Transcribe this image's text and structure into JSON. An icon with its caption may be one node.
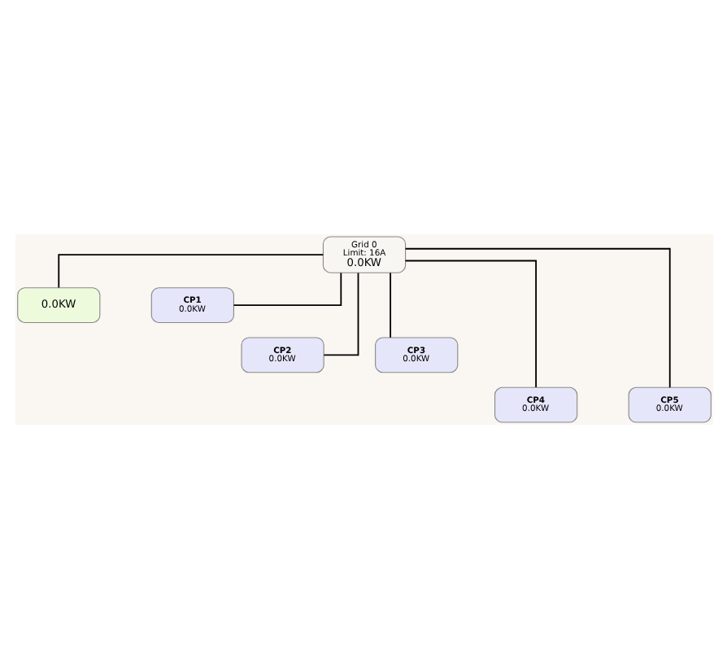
{
  "diagram": {
    "nodes": [
      {
        "text": [
          "Grid 0",
          "Limit: 16A",
          "0.0KW"
        ]
      },
      {
        "text": [
          "0.0KW"
        ]
      },
      {
        "text": [
          "CP1",
          "0.0KW"
        ]
      },
      {
        "text": [
          "CP2",
          "0.0KW"
        ]
      },
      {
        "text": [
          "CP3",
          "0.0KW"
        ]
      },
      {
        "text": [
          "CP4",
          "0.0KW"
        ]
      },
      {
        "text": [
          "CP5",
          "0.0KW"
        ]
      }
    ],
    "edges": [
      {
        "from": 0,
        "to": 1,
        "arrow": "none"
      },
      {
        "from": 0,
        "to": 2,
        "arrow": "none"
      },
      {
        "from": 0,
        "to": 3,
        "arrow": "none"
      },
      {
        "from": 0,
        "to": 4,
        "arrow": "none"
      },
      {
        "from": 0,
        "to": 5,
        "arrow": "none"
      },
      {
        "from": 0,
        "to": 6,
        "arrow": "none"
      }
    ]
  }
}
